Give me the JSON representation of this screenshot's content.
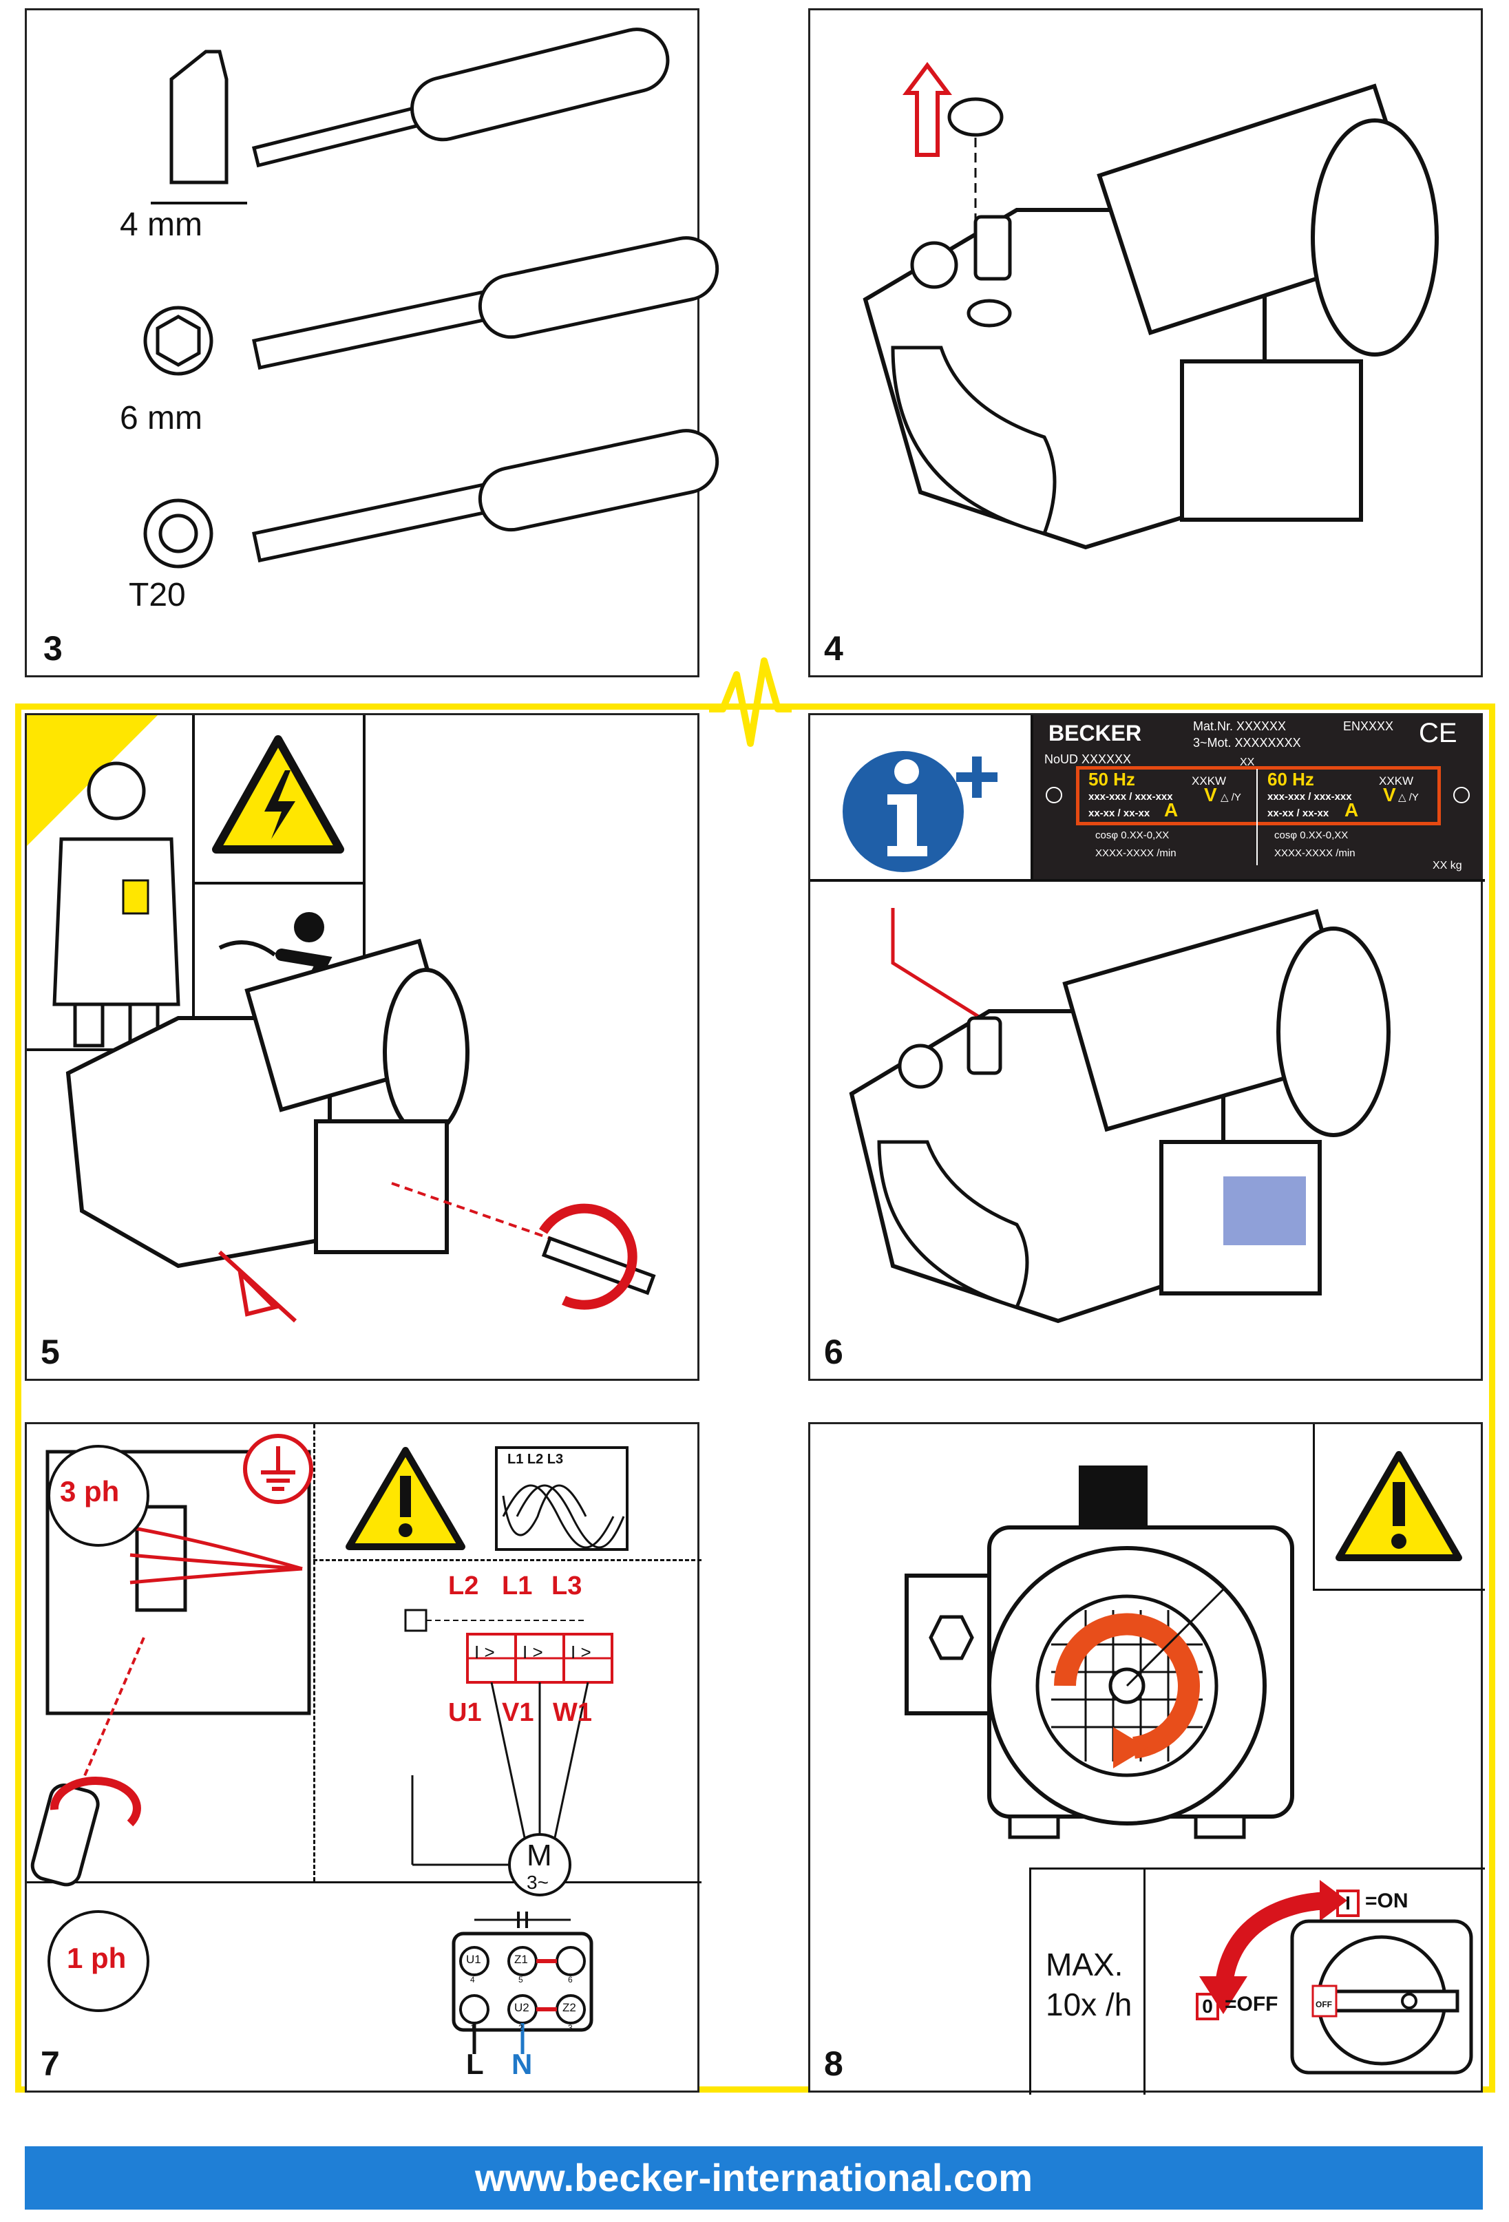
{
  "panels": {
    "p3": {
      "number": "3",
      "labels": {
        "flat": "4 mm",
        "hex": "6 mm",
        "torx": "T20"
      }
    },
    "p4": {
      "number": "4"
    },
    "p5": {
      "number": "5"
    },
    "p6": {
      "number": "6"
    },
    "p7": {
      "number": "7",
      "three_phase": "3 ph",
      "one_phase": "1 ph",
      "phase_labels": [
        "L2",
        "L1",
        "L3"
      ],
      "terminal_labels": [
        "U1",
        "V1",
        "W1"
      ],
      "wave_labels": "L1 L2 L3",
      "motor": "M",
      "motor_sub": "3~",
      "terminal_block": [
        "U1",
        "Z1",
        "U2",
        "Z2"
      ],
      "terminal_numbers": [
        "4",
        "5",
        "6",
        "1",
        "2",
        "3"
      ],
      "line_L": "L",
      "line_N": "N",
      "relay": "I >"
    },
    "p8": {
      "number": "8",
      "max_text": "MAX.",
      "rate_text": "10x /h",
      "on_symbol": "I",
      "on_text": "=ON",
      "off_symbol": "0",
      "off_text": "=OFF",
      "knob_off": "OFF"
    }
  },
  "nameplate": {
    "brand": "BECKER",
    "mat": "Mat.Nr. XXXXXX",
    "en": "ENXXXX",
    "mot": "3~Mot. XXXXXXXX",
    "ce": "CE",
    "noud": "NoUD XXXXXX",
    "xx": "XX",
    "hz50": "50 Hz",
    "hz60": "60 Hz",
    "kw": "XXKW",
    "volt_line": "xxx-xxx / xxx-xxx",
    "V": "V",
    "delta_y": "△ /Y",
    "amp_line": "xx-xx / xx-xx",
    "A": "A",
    "cos": "cosφ 0.XX-0,XX",
    "rpm": "XXXX-XXXX /min",
    "kg": "XX kg"
  },
  "footer": {
    "url": "www.becker-international.com"
  },
  "colors": {
    "accent_red": "#d8141c",
    "frame_yellow": "#ffe600",
    "footer_blue": "#1f7fd6",
    "info_blue": "#1f5fa8",
    "plate_bg": "#231f20"
  }
}
